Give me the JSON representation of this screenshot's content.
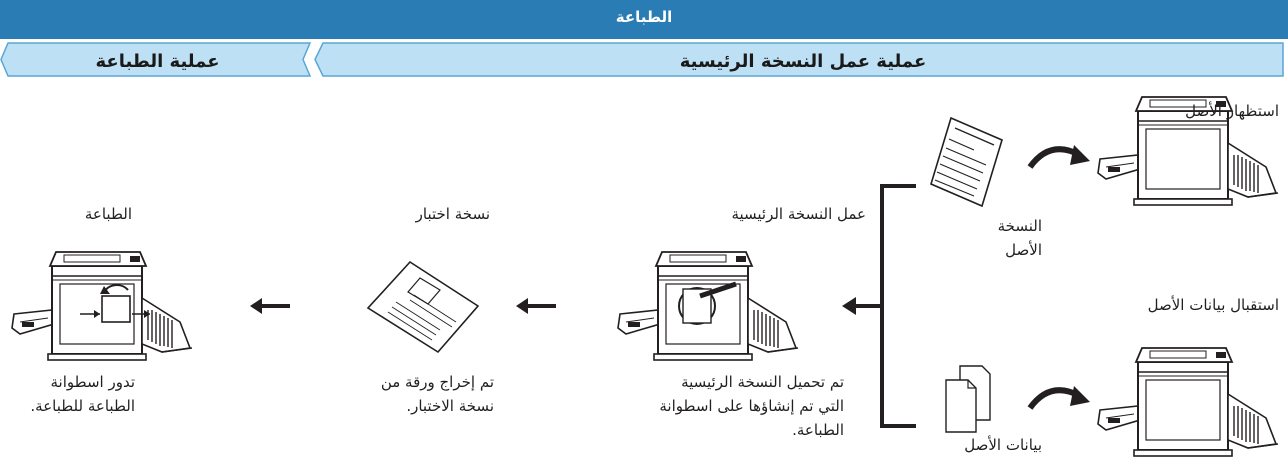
{
  "header": {
    "title": "الطباعة"
  },
  "stages": {
    "master_making": "عملية عمل النسخة الرئيسية",
    "printing": "عملية الطباعة"
  },
  "steps": {
    "scan_original": "استظهار الأصل",
    "receive_data": "استقبال بيانات الأصل",
    "master_making": "عمل النسخة الرئيسية",
    "proof_copy": "نسخة اختبار",
    "printing": "الطباعة"
  },
  "items": {
    "original_doc": [
      "النسخة",
      "الأصل"
    ],
    "original_data": "بيانات الأصل"
  },
  "captions": {
    "master": [
      "تم تحميل النسخة الرئيسية",
      "التي تم إنشاؤها على اسطوانة",
      "الطباعة."
    ],
    "proof": [
      "تم إخراج ورقة من",
      "نسخة الاختبار."
    ],
    "printing": [
      "تدور اسطوانة",
      "الطباعة للطباعة."
    ]
  },
  "colors": {
    "header_bg": "#2a7cb5",
    "stage_bg": "#bde0f4",
    "stage_border": "#5aa6d6"
  }
}
